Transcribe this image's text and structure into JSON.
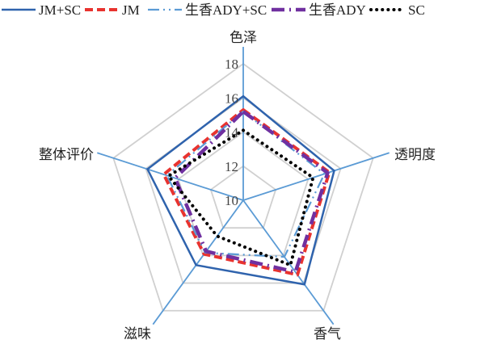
{
  "chart_data": {
    "type": "radar",
    "axes": [
      "色泽",
      "透明度",
      "香气",
      "滋味",
      "整体评价"
    ],
    "rlim": [
      10,
      18
    ],
    "ticks": [
      10,
      12,
      14,
      16,
      18
    ],
    "tick_labels": [
      "10",
      "12",
      "14",
      "16",
      "18"
    ],
    "grid": true,
    "legend_position": "top",
    "series": [
      {
        "name": "JM+SC",
        "values": [
          16.1,
          15.6,
          16.1,
          14.7,
          15.9
        ],
        "color": "#2f63ad",
        "style": "solid"
      },
      {
        "name": "JM",
        "values": [
          15.3,
          15.3,
          15.4,
          13.9,
          14.9
        ],
        "color": "#e8332f",
        "style": "dash"
      },
      {
        "name": "生香ADY+SC",
        "values": [
          15.2,
          15.0,
          14.1,
          13.8,
          14.7
        ],
        "color": "#5b9bd5",
        "style": "dashdot"
      },
      {
        "name": "生香ADY",
        "values": [
          15.2,
          15.2,
          15.2,
          13.7,
          14.2
        ],
        "color": "#7030a0",
        "style": "longdashdot"
      },
      {
        "name": "SC",
        "values": [
          14.1,
          14.3,
          14.7,
          12.6,
          14.6
        ],
        "color": "#000000",
        "style": "dot"
      }
    ]
  }
}
